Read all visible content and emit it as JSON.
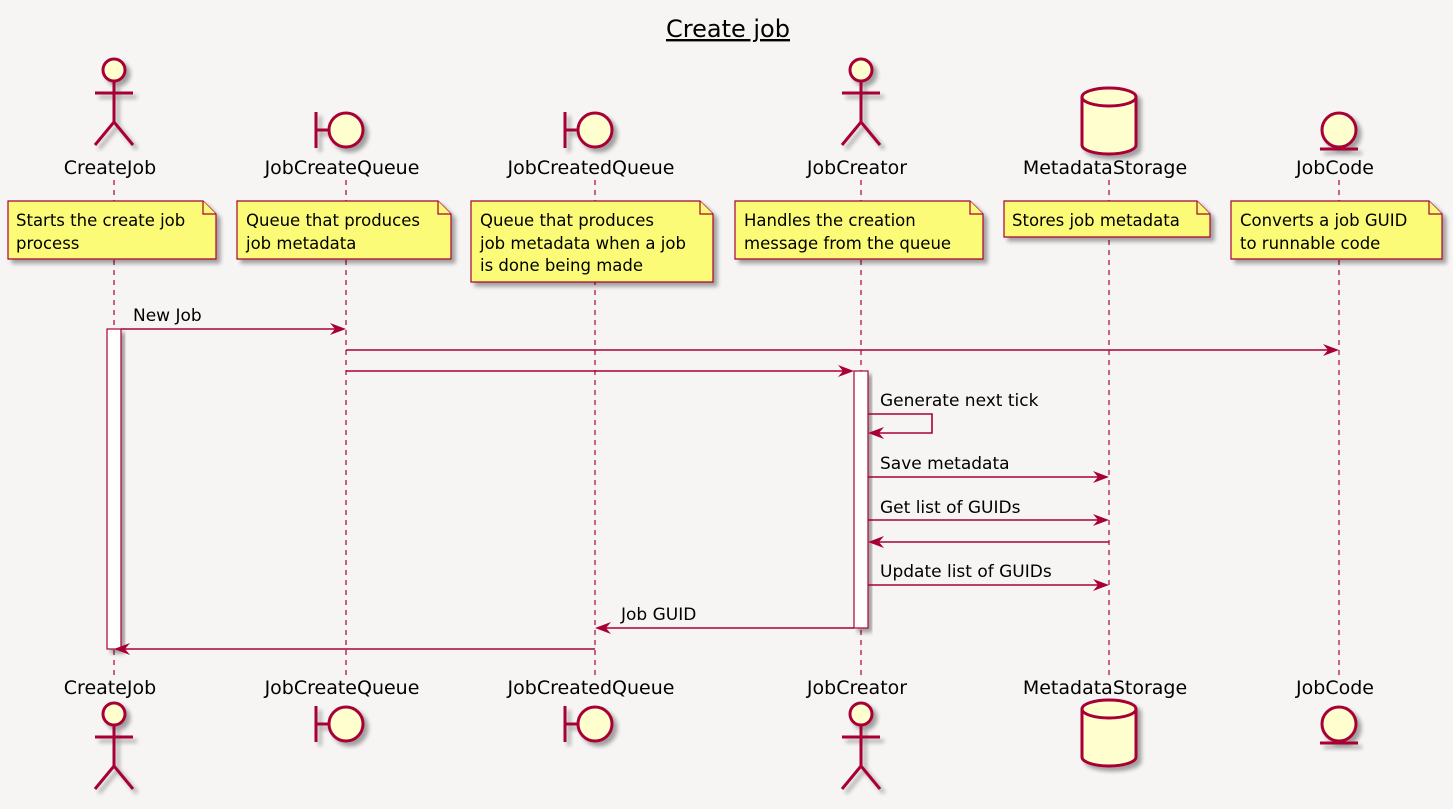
{
  "diagram": {
    "title": "Create job",
    "participants": [
      {
        "id": "createjob",
        "name": "CreateJob",
        "kind": "actor",
        "note": [
          "Starts the create job",
          "process"
        ]
      },
      {
        "id": "jobcreatequeue",
        "name": "JobCreateQueue",
        "kind": "boundary",
        "note": [
          "Queue that produces",
          "job metadata"
        ]
      },
      {
        "id": "jobcreatedqueue",
        "name": "JobCreatedQueue",
        "kind": "boundary",
        "note": [
          "Queue that produces",
          "job metadata when a job",
          "is done being made"
        ]
      },
      {
        "id": "jobcreator",
        "name": "JobCreator",
        "kind": "actor",
        "note": [
          "Handles the creation",
          "message from the queue"
        ]
      },
      {
        "id": "metadatastorage",
        "name": "MetadataStorage",
        "kind": "database",
        "note": [
          "Stores job metadata"
        ]
      },
      {
        "id": "jobcode",
        "name": "JobCode",
        "kind": "entity",
        "note": [
          "Converts a job GUID",
          "to runnable code"
        ]
      }
    ],
    "messages": [
      {
        "from": "createjob",
        "to": "jobcreatequeue",
        "label": "New Job"
      },
      {
        "from": "jobcreatequeue",
        "to": "jobcode",
        "label": ""
      },
      {
        "from": "jobcreatequeue",
        "to": "jobcreator",
        "label": ""
      },
      {
        "from": "jobcreator",
        "to": "jobcreator",
        "label": "Generate next tick"
      },
      {
        "from": "jobcreator",
        "to": "metadatastorage",
        "label": "Save metadata"
      },
      {
        "from": "jobcreator",
        "to": "metadatastorage",
        "label": "Get list of GUIDs"
      },
      {
        "from": "metadatastorage",
        "to": "jobcreator",
        "label": ""
      },
      {
        "from": "jobcreator",
        "to": "metadatastorage",
        "label": "Update list of GUIDs"
      },
      {
        "from": "jobcreator",
        "to": "jobcreatedqueue",
        "label": "Job GUID"
      },
      {
        "from": "jobcreatedqueue",
        "to": "createjob",
        "label": ""
      }
    ],
    "colors": {
      "background": "#f6f5f4",
      "border": "#a80036",
      "participant_fill": "#fefece",
      "note_fill": "#fbfb77"
    }
  }
}
